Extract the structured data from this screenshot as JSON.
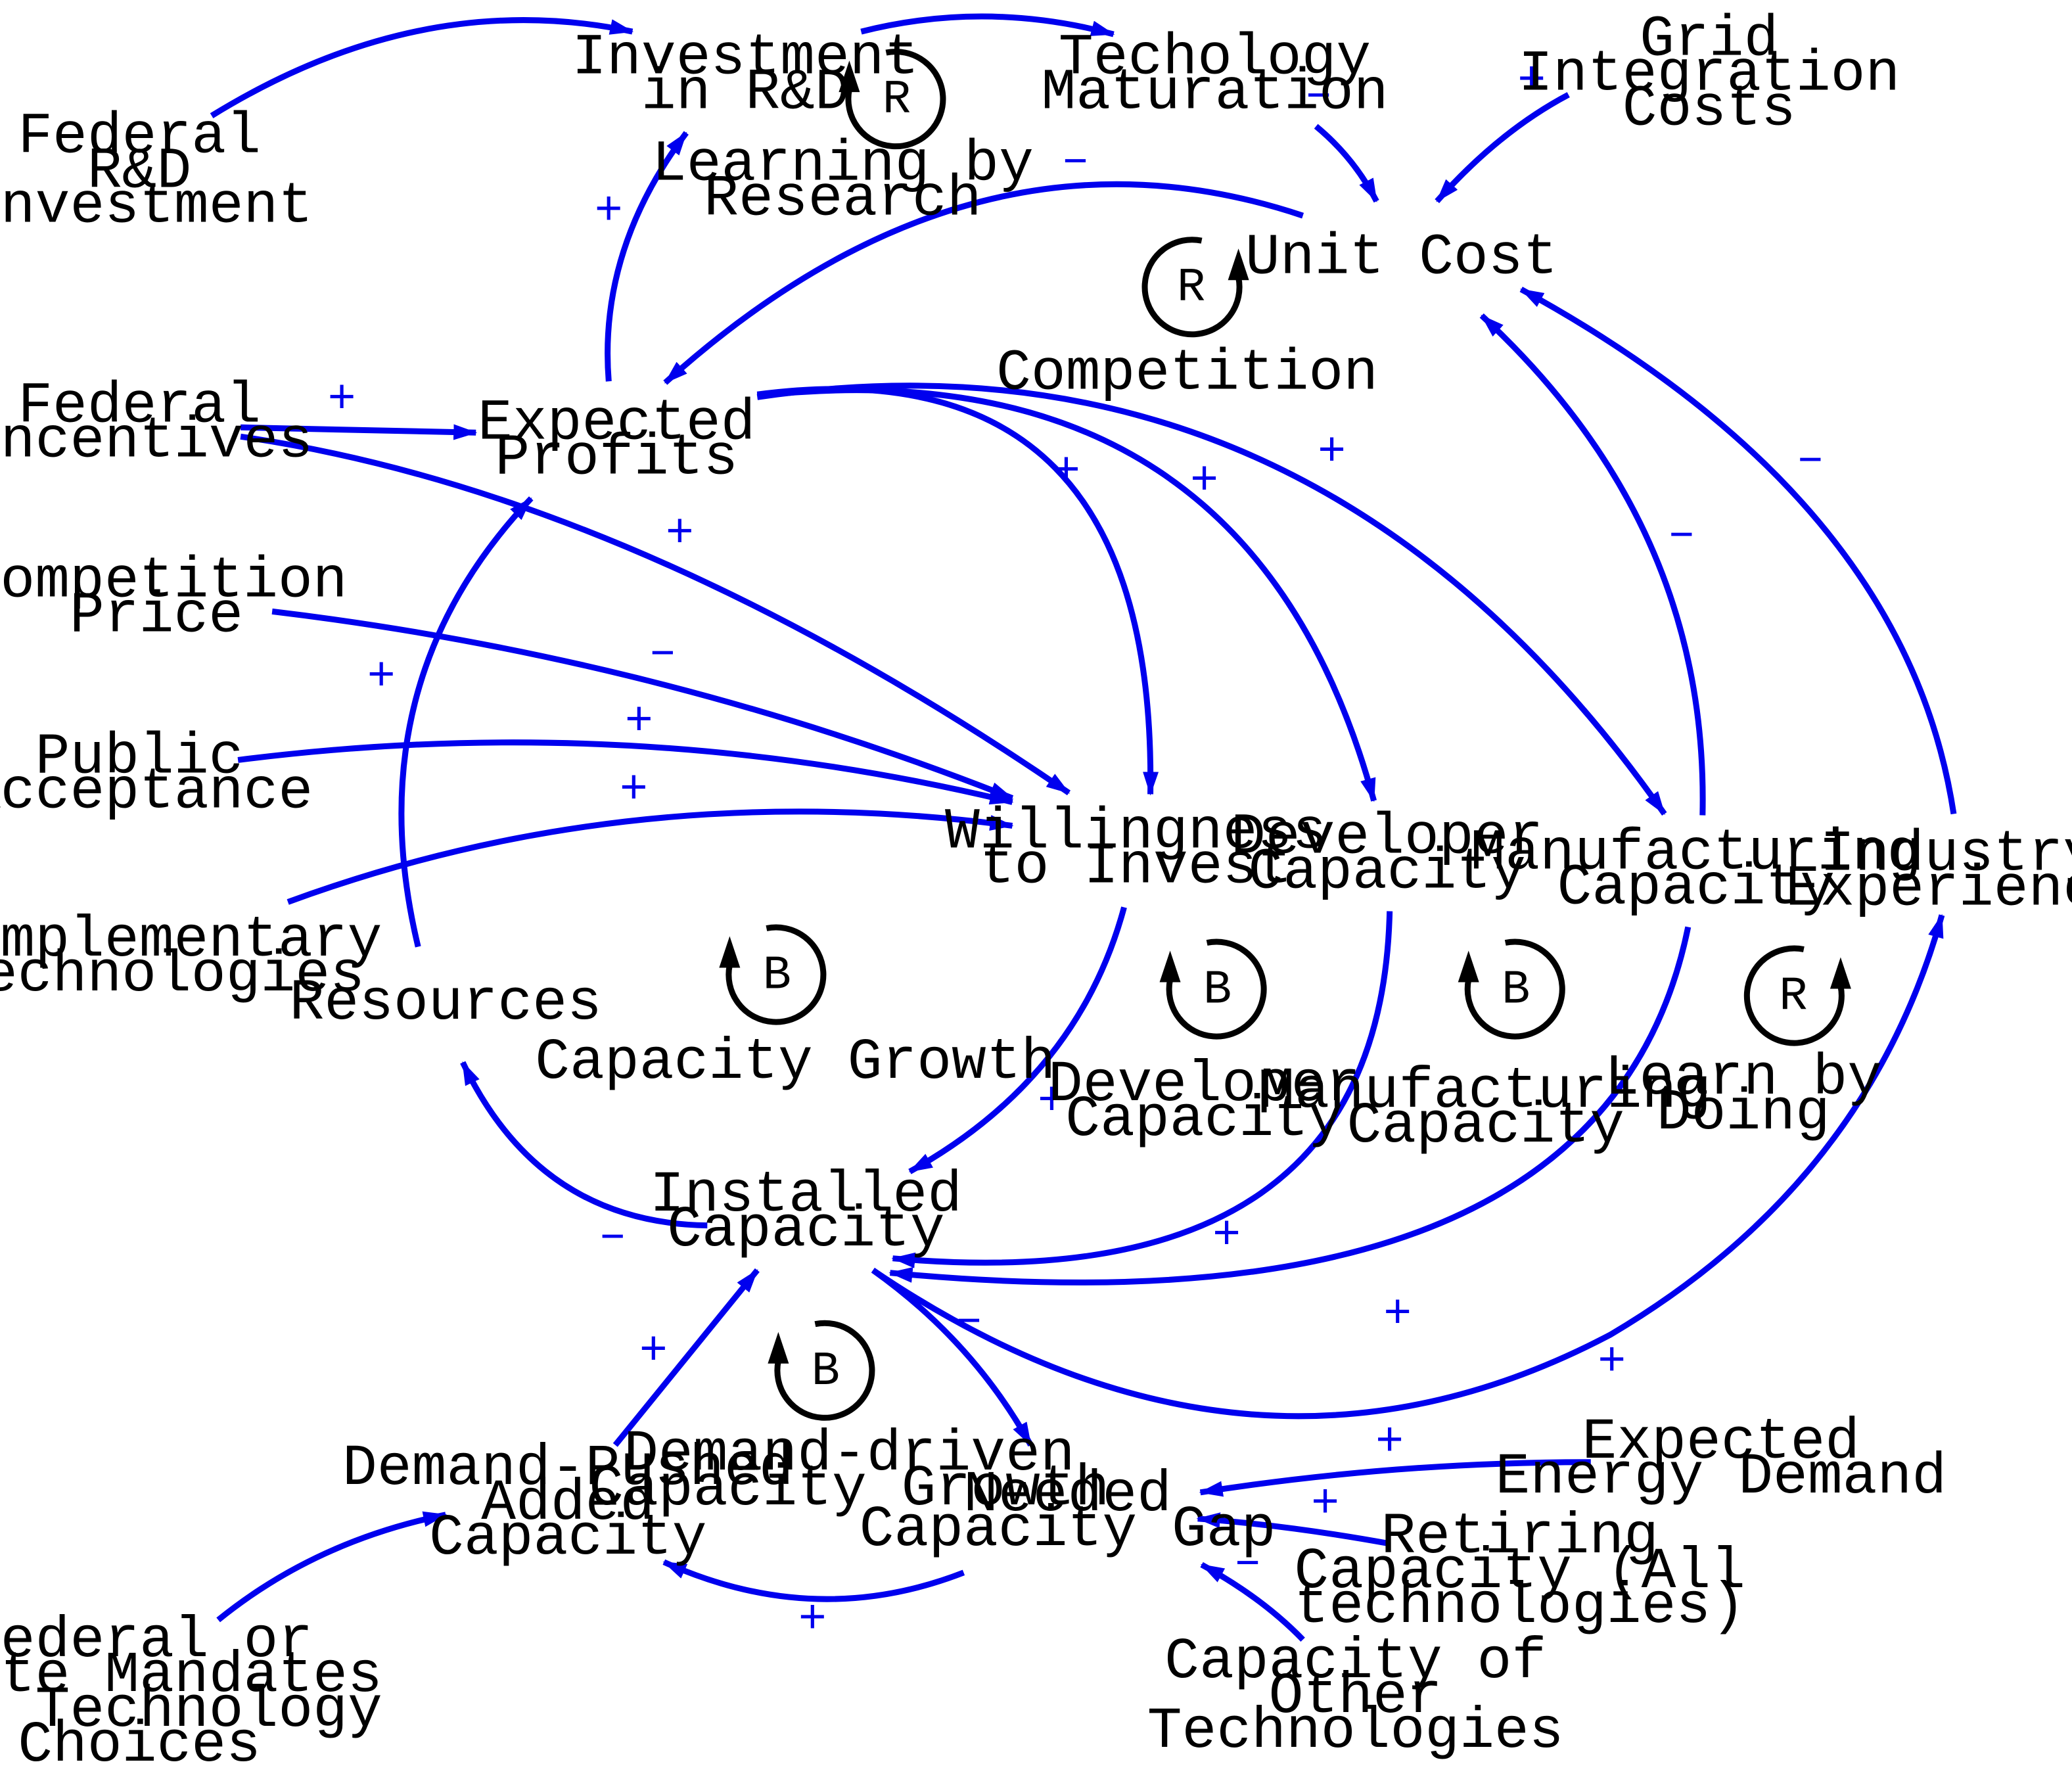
{
  "nodes": {
    "investment_rd": [
      "Investment",
      "in R&D"
    ],
    "tech_maturation": [
      "Techology",
      "Maturation"
    ],
    "grid_costs": [
      "Grid",
      "Integration",
      "Costs"
    ],
    "federal_rd": [
      "Federal",
      "R&D",
      "Investment"
    ],
    "unit_cost": [
      "Unit Cost"
    ],
    "expected_profits": [
      "Expected",
      "Profits"
    ],
    "federal_incentives": [
      "Federal",
      "Incentives"
    ],
    "competition_price": [
      "Competition",
      "Price"
    ],
    "public_acceptance": [
      "Public",
      "Acceptance"
    ],
    "complementary_tech": [
      "Complementary",
      "Technologies"
    ],
    "resources": [
      "Resources"
    ],
    "willingness": [
      "Willingness",
      "to Invest"
    ],
    "developer_capacity": [
      "Developer",
      "Capacity"
    ],
    "manufacturing_capacity": [
      "Manufacturing",
      "Capacity"
    ],
    "industry_experience": [
      "Industry",
      "Experience"
    ],
    "installed_capacity": [
      "Installed",
      "Capacity"
    ],
    "demand_pushed": [
      "Demand-Pushed",
      "Added",
      "Capacity"
    ],
    "needed_gap": [
      "Needed",
      "Capacity Gap"
    ],
    "expected_demand": [
      "Expected",
      "Energy Demand"
    ],
    "retiring_capacity": [
      "Retiring",
      "Capacity (All",
      "technologies)"
    ],
    "other_tech": [
      "Capacity of",
      "Other",
      "Technologies"
    ],
    "mandates": [
      "Federal or",
      "State Mandates",
      "for Technology",
      "Choices"
    ]
  },
  "loops": {
    "learning_research": {
      "type": "R",
      "name": [
        "Learning by",
        "Research"
      ]
    },
    "competition": {
      "type": "R",
      "name": [
        "Competition"
      ]
    },
    "capacity_growth": {
      "type": "B",
      "name": [
        "Capacity Growth"
      ]
    },
    "developer_loop": {
      "type": "B",
      "name": [
        "Developer",
        "Capacity"
      ]
    },
    "manufacturing_loop": {
      "type": "B",
      "name": [
        "Manufacturing",
        "Capacity"
      ]
    },
    "learn_doing": {
      "type": "R",
      "name": [
        "Learn by",
        "Doing"
      ]
    },
    "demand_driven": {
      "type": "B",
      "name": [
        "Demand-driven",
        "Capacity Growth"
      ]
    }
  },
  "links": [
    {
      "from": "federal_rd",
      "to": "investment_rd",
      "polarity": ""
    },
    {
      "from": "investment_rd",
      "to": "tech_maturation",
      "polarity": ""
    },
    {
      "from": "tech_maturation",
      "to": "unit_cost",
      "polarity": "-"
    },
    {
      "from": "grid_costs",
      "to": "unit_cost",
      "polarity": "+"
    },
    {
      "from": "unit_cost",
      "to": "expected_profits",
      "polarity": "-"
    },
    {
      "from": "expected_profits",
      "to": "investment_rd",
      "polarity": "+"
    },
    {
      "from": "federal_incentives",
      "to": "expected_profits",
      "polarity": "+"
    },
    {
      "from": "federal_incentives",
      "to": "willingness",
      "polarity": "+"
    },
    {
      "from": "competition_price",
      "to": "willingness",
      "polarity": "-"
    },
    {
      "from": "public_acceptance",
      "to": "willingness",
      "polarity": "+"
    },
    {
      "from": "complementary_tech",
      "to": "willingness",
      "polarity": "+"
    },
    {
      "from": "resources",
      "to": "expected_profits",
      "polarity": "+"
    },
    {
      "from": "expected_profits",
      "to": "willingness",
      "polarity": "+"
    },
    {
      "from": "expected_profits",
      "to": "developer_capacity",
      "polarity": "+"
    },
    {
      "from": "expected_profits",
      "to": "manufacturing_capacity",
      "polarity": "+"
    },
    {
      "from": "manufacturing_capacity",
      "to": "unit_cost",
      "polarity": "-"
    },
    {
      "from": "industry_experience",
      "to": "unit_cost",
      "polarity": "-"
    },
    {
      "from": "willingness",
      "to": "installed_capacity",
      "polarity": "+"
    },
    {
      "from": "developer_capacity",
      "to": "installed_capacity",
      "polarity": "+"
    },
    {
      "from": "manufacturing_capacity",
      "to": "installed_capacity",
      "polarity": "+"
    },
    {
      "from": "installed_capacity",
      "to": "industry_experience",
      "polarity": "+"
    },
    {
      "from": "installed_capacity",
      "to": "resources",
      "polarity": "-"
    },
    {
      "from": "installed_capacity",
      "to": "needed_gap",
      "polarity": "-"
    },
    {
      "from": "demand_pushed",
      "to": "installed_capacity",
      "polarity": "+"
    },
    {
      "from": "needed_gap",
      "to": "demand_pushed",
      "polarity": "+"
    },
    {
      "from": "expected_demand",
      "to": "needed_gap",
      "polarity": "+"
    },
    {
      "from": "retiring_capacity",
      "to": "needed_gap",
      "polarity": "+"
    },
    {
      "from": "other_tech",
      "to": "needed_gap",
      "polarity": "-"
    },
    {
      "from": "mandates",
      "to": "demand_pushed",
      "polarity": ""
    }
  ]
}
